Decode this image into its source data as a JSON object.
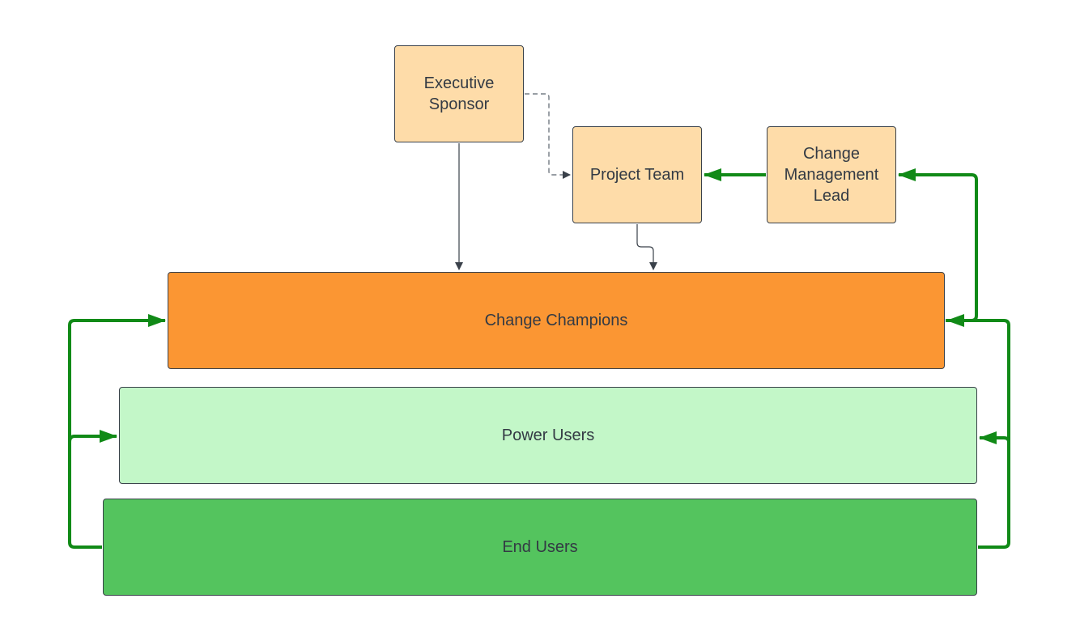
{
  "diagram": {
    "colors": {
      "small_box_fill": "#fedca9",
      "champions_fill": "#fb9633",
      "power_users_fill": "#c3f7c8",
      "end_users_fill": "#54c45e",
      "feedback_arrow": "#118a17",
      "flow_arrow": "#3a414a"
    },
    "nodes": {
      "executive_sponsor": "Executive\nSponsor",
      "project_team": "Project Team",
      "change_management_lead": "Change\nManagement\nLead",
      "change_champions": "Change Champions",
      "power_users": "Power Users",
      "end_users": "End Users"
    },
    "edges": [
      {
        "from": "executive_sponsor",
        "to": "change_champions",
        "style": "solid"
      },
      {
        "from": "executive_sponsor",
        "to": "project_team",
        "style": "dashed"
      },
      {
        "from": "project_team",
        "to": "change_champions",
        "style": "solid"
      },
      {
        "from": "change_management_lead",
        "to": "project_team",
        "style": "feedback"
      },
      {
        "from": "change_champions",
        "to": "change_management_lead",
        "style": "feedback"
      },
      {
        "from": "end_users",
        "to": "change_champions",
        "style": "feedback"
      },
      {
        "from": "end_users",
        "to": "power_users",
        "style": "feedback"
      }
    ]
  }
}
